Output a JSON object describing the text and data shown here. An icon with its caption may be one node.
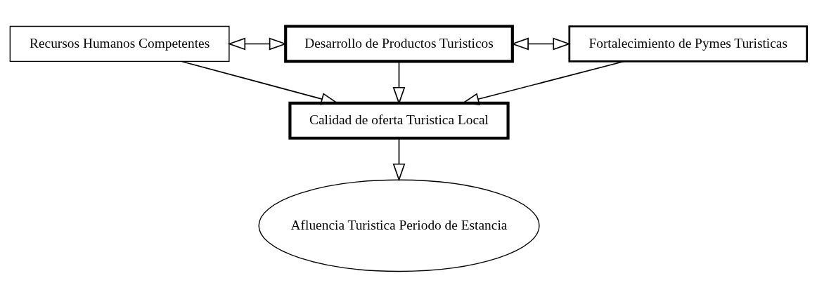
{
  "diagram": {
    "nodes": [
      {
        "text": [
          "Recursos Humanos Competentes"
        ]
      },
      {
        "text": [
          "Desarrollo de Productos Turisticos"
        ]
      },
      {
        "text": [
          "Fortalecimiento de Pymes Turisticas"
        ]
      },
      {
        "text": [
          "Calidad de oferta Turistica Local"
        ]
      },
      {
        "text": [
          "Afluencia Turistica Periodo de Estancia"
        ]
      }
    ],
    "edges": [
      {
        "from": 0,
        "to": 1,
        "arrow": "both"
      },
      {
        "from": 1,
        "to": 2,
        "arrow": "both"
      },
      {
        "from": 0,
        "to": 3,
        "arrow": "to"
      },
      {
        "from": 1,
        "to": 3,
        "arrow": "to"
      },
      {
        "from": 2,
        "to": 3,
        "arrow": "to"
      },
      {
        "from": 3,
        "to": 4,
        "arrow": "to"
      }
    ]
  }
}
